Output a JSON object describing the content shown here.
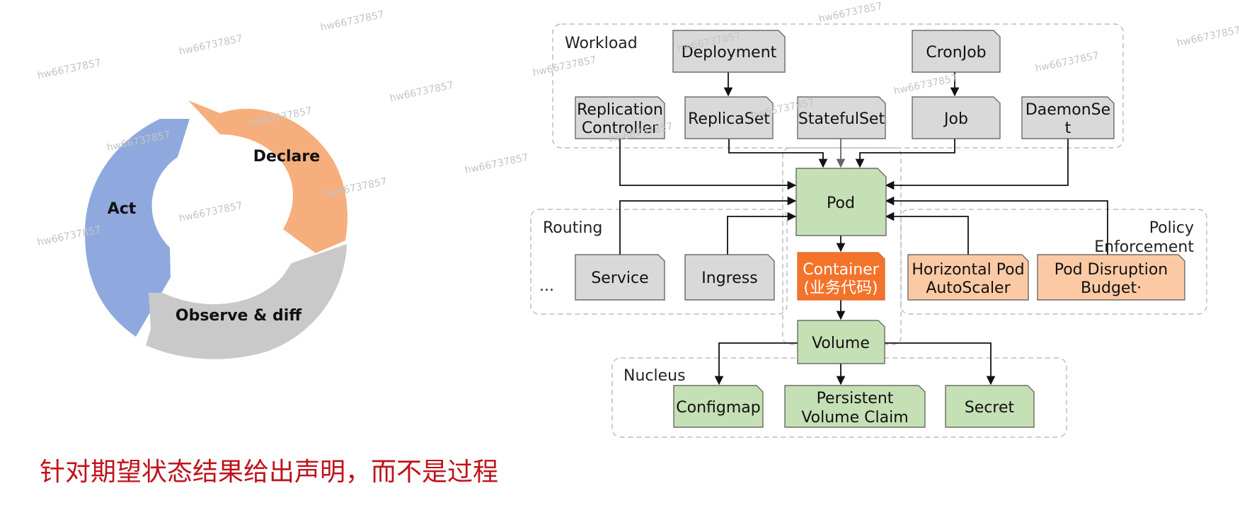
{
  "cycle": {
    "labels": {
      "declare": "Declare",
      "act": "Act",
      "observe": "Observe & diff"
    },
    "colors": {
      "declare": "#f6ae7c",
      "act": "#8fa9de",
      "observe": "#c9c9c9"
    }
  },
  "groups": {
    "workload": "Workload",
    "routing": "Routing",
    "routing_more": "...",
    "policy_line1": "Policy",
    "policy_line2": "Enforcement",
    "nucleus": "Nucleus"
  },
  "nodes": {
    "deployment": "Deployment",
    "cronjob": "CronJob",
    "replication_line1": "Replication",
    "replication_line2": "Controller",
    "replicaset": "ReplicaSet",
    "statefulset": "StatefulSet",
    "job": "Job",
    "daemonset_line1": "DaemonSe",
    "daemonset_line2": "t",
    "pod": "Pod",
    "service": "Service",
    "ingress": "Ingress",
    "container_line1": "Container",
    "container_line2": "(业务代码)",
    "hpa_line1": "Horizontal Pod",
    "hpa_line2": "AutoScaler",
    "pdb_line1": "Pod Disruption",
    "pdb_line2": "Budget·",
    "volume": "Volume",
    "configmap": "Configmap",
    "pvc_line1": "Persistent",
    "pvc_line2": "Volume Claim",
    "secret": "Secret"
  },
  "colors": {
    "gray_fill": "#d9d9d9",
    "green_fill": "#c5e0b4",
    "orange_fill": "#f4732a",
    "peach_fill": "#fbcaa5",
    "caption_red": "#c0121b"
  },
  "caption": "针对期望状态结果给出声明，而不是过程",
  "watermark": "hw66737857"
}
